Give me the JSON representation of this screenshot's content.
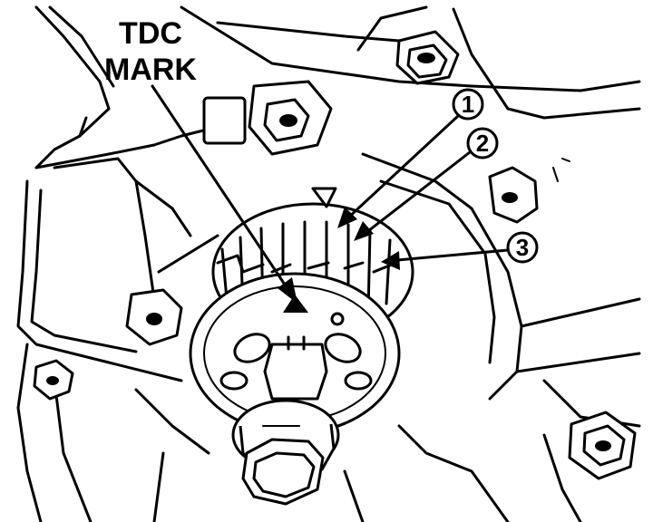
{
  "labels": {
    "tdc_line1": "TDC",
    "tdc_line2": "MARK",
    "callout_1": "1",
    "callout_2": "2",
    "callout_3": "3"
  }
}
